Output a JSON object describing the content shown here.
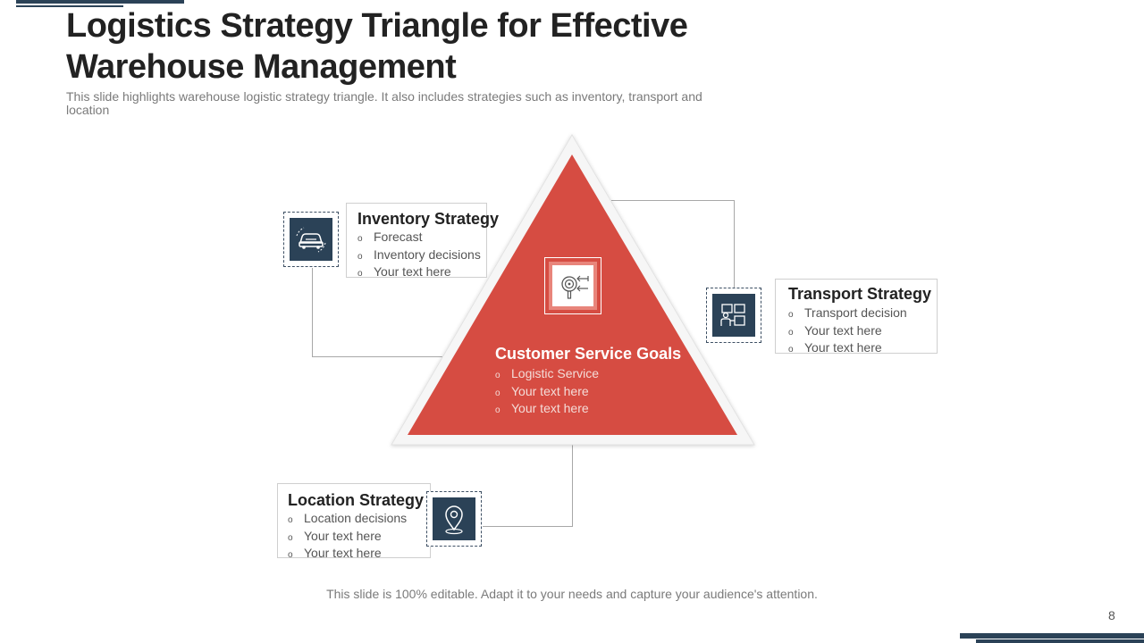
{
  "header": {
    "title": "Logistics Strategy Triangle for Effective Warehouse Management",
    "subtitle": "This slide highlights warehouse logistic strategy triangle. It also includes strategies such as inventory, transport and location"
  },
  "center": {
    "title": "Customer Service Goals",
    "items": [
      "Logistic Service",
      "Your text here",
      "Your text here"
    ],
    "icon": "target-search-icon"
  },
  "inventory": {
    "title": "Inventory Strategy",
    "items": [
      "Forecast",
      "Inventory decisions",
      "Your text here"
    ],
    "icon": "car-inventory-icon"
  },
  "transport": {
    "title": "Transport Strategy",
    "items": [
      "Transport decision",
      "Your text here",
      "Your text here"
    ],
    "icon": "delivery-boxes-icon"
  },
  "location": {
    "title": "Location Strategy",
    "items": [
      "Location decisions",
      "Your text here",
      "Your text here"
    ],
    "icon": "map-pin-icon"
  },
  "bullet": "o",
  "footer": {
    "note": "This slide is 100% editable. Adapt it to your needs and capture your audience's attention."
  },
  "page_number": "8",
  "colors": {
    "accent_red": "#d64c42",
    "navy": "#2b4257",
    "triangle_border": "#f1f1f1"
  }
}
